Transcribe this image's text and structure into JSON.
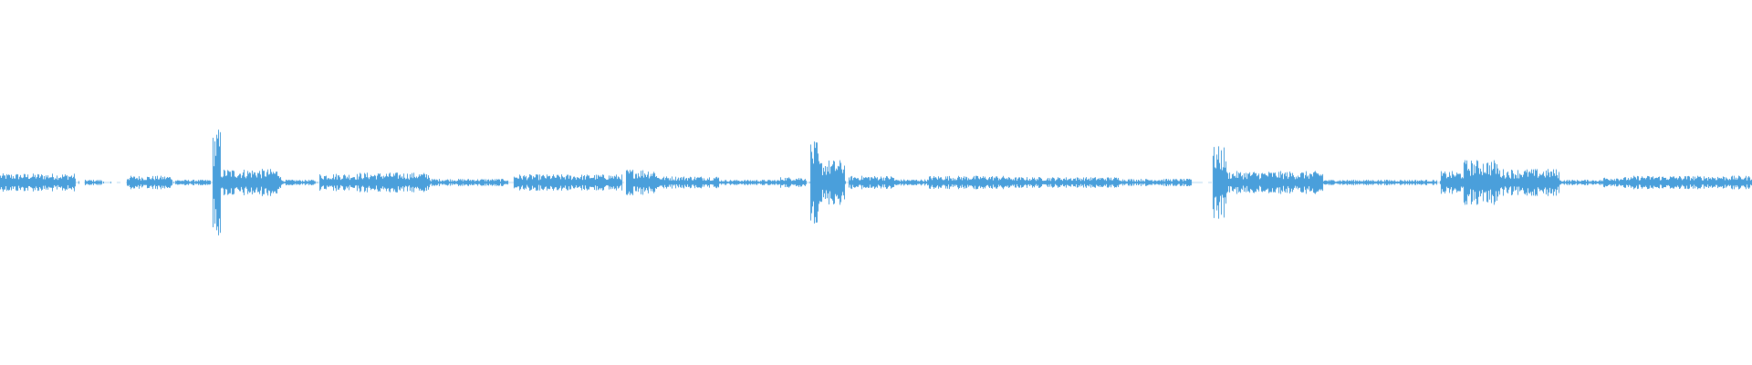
{
  "waveform": {
    "color": "#4a9fdb",
    "background": "#ffffff",
    "duration_fraction_segments": [
      {
        "start": 0.0,
        "end": 0.043,
        "level": 0.02
      },
      {
        "start": 0.048,
        "end": 0.058,
        "level": 0.006
      },
      {
        "start": 0.072,
        "end": 0.098,
        "level": 0.015
      },
      {
        "start": 0.1,
        "end": 0.12,
        "level": 0.006
      },
      {
        "start": 0.121,
        "end": 0.126,
        "level": 0.12
      },
      {
        "start": 0.126,
        "end": 0.16,
        "level": 0.03
      },
      {
        "start": 0.16,
        "end": 0.18,
        "level": 0.006
      },
      {
        "start": 0.182,
        "end": 0.205,
        "level": 0.02
      },
      {
        "start": 0.205,
        "end": 0.245,
        "level": 0.022
      },
      {
        "start": 0.245,
        "end": 0.29,
        "level": 0.008
      },
      {
        "start": 0.293,
        "end": 0.355,
        "level": 0.018
      },
      {
        "start": 0.357,
        "end": 0.375,
        "level": 0.03
      },
      {
        "start": 0.375,
        "end": 0.41,
        "level": 0.014
      },
      {
        "start": 0.41,
        "end": 0.445,
        "level": 0.006
      },
      {
        "start": 0.445,
        "end": 0.46,
        "level": 0.012
      },
      {
        "start": 0.462,
        "end": 0.467,
        "level": 0.09
      },
      {
        "start": 0.467,
        "end": 0.482,
        "level": 0.05
      },
      {
        "start": 0.484,
        "end": 0.51,
        "level": 0.015
      },
      {
        "start": 0.51,
        "end": 0.53,
        "level": 0.007
      },
      {
        "start": 0.53,
        "end": 0.575,
        "level": 0.015
      },
      {
        "start": 0.575,
        "end": 0.64,
        "level": 0.012
      },
      {
        "start": 0.64,
        "end": 0.68,
        "level": 0.008
      },
      {
        "start": 0.692,
        "end": 0.7,
        "level": 0.08
      },
      {
        "start": 0.7,
        "end": 0.755,
        "level": 0.025
      },
      {
        "start": 0.755,
        "end": 0.82,
        "level": 0.006
      },
      {
        "start": 0.822,
        "end": 0.835,
        "level": 0.025
      },
      {
        "start": 0.835,
        "end": 0.855,
        "level": 0.05
      },
      {
        "start": 0.855,
        "end": 0.89,
        "level": 0.03
      },
      {
        "start": 0.89,
        "end": 0.915,
        "level": 0.006
      },
      {
        "start": 0.915,
        "end": 0.932,
        "level": 0.012
      },
      {
        "start": 0.932,
        "end": 0.96,
        "level": 0.015
      },
      {
        "start": 0.96,
        "end": 1.0,
        "level": 0.015
      }
    ]
  }
}
